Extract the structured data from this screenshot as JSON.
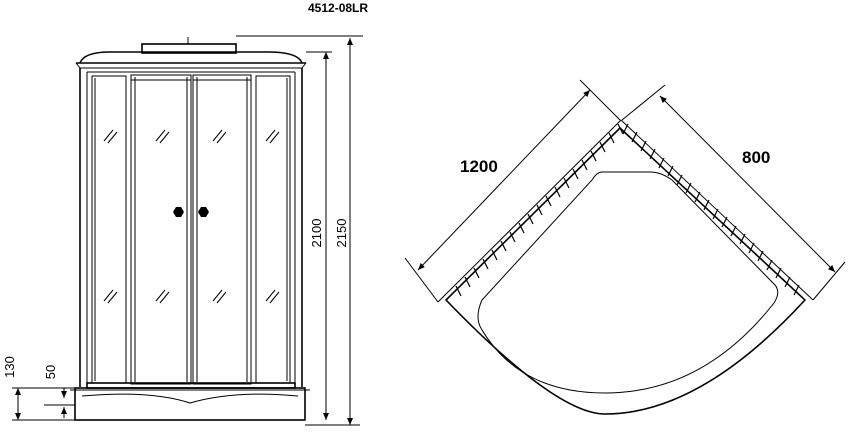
{
  "model": "4512-08LR",
  "front_view": {
    "dim_total_height": "2150",
    "dim_cabin_height": "2100",
    "dim_tray_height": "130",
    "dim_tray_step": "50"
  },
  "plan_view": {
    "dim_left_side": "1200",
    "dim_right_side": "800"
  }
}
